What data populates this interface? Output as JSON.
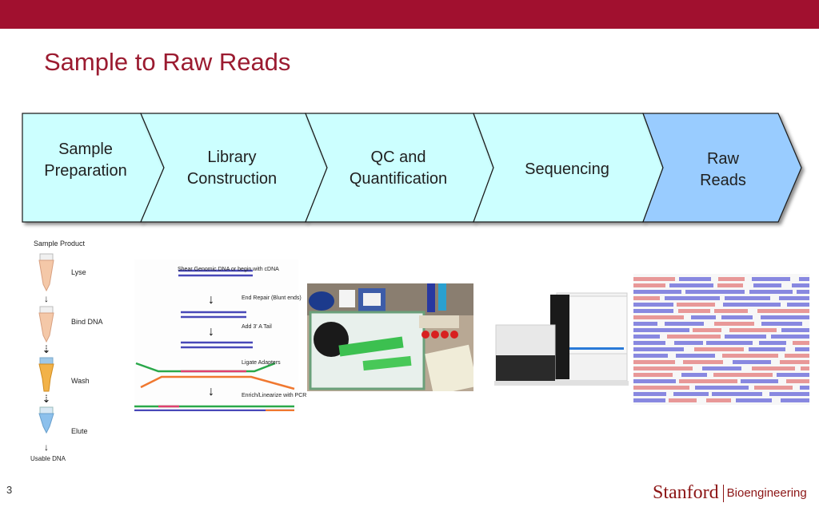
{
  "slide": {
    "title": "Sample to Raw Reads",
    "page_number": "3"
  },
  "pipeline": {
    "steps": [
      {
        "label": "Sample\nPreparation",
        "fill": "#ccffff"
      },
      {
        "label": "Library\nConstruction",
        "fill": "#ccffff"
      },
      {
        "label": "QC and\nQuantification",
        "fill": "#ccffff"
      },
      {
        "label": "Sequencing",
        "fill": "#ccffff"
      },
      {
        "label": "Raw\nReads",
        "fill": "#99ccff"
      }
    ]
  },
  "sample_prep_figure": {
    "title": "Sample Product",
    "steps": [
      "Lyse",
      "Bind DNA",
      "Wash",
      "Elute"
    ],
    "final": "Usable DNA"
  },
  "library_figure": {
    "steps": [
      "Shear Genomic DNA or begin with cDNA",
      "End Repair (Blunt ends)",
      "Add 3' A Tail",
      "Ligate Adapters",
      "Enrich/Linearize with PCR"
    ]
  },
  "qc_photo": {
    "icon": "lab-bench-photo"
  },
  "sequencer_photo": {
    "icon": "sequencer-instrument-photo"
  },
  "reads_figure": {
    "icon": "aligned-reads-pileup"
  },
  "footer": {
    "logo_primary": "Stanford",
    "logo_secondary": "Bioengineering"
  },
  "colors": {
    "top_bar": "#a1102f",
    "title": "#9b1b30",
    "step_fill": "#ccffff",
    "raw_reads_fill": "#99ccff",
    "logo": "#8c1515"
  }
}
